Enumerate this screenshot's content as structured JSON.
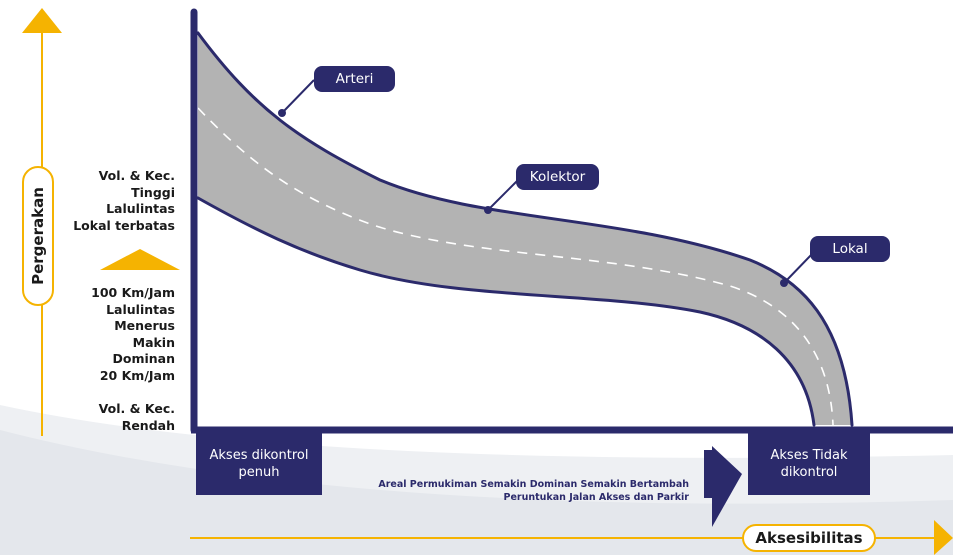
{
  "axes": {
    "vertical_label": "Pergerakan",
    "horizontal_label": "Aksesibilitas"
  },
  "left_labels": {
    "top": [
      "Vol. & Kec.",
      "Tinggi",
      "Lalulintas",
      "Lokal terbatas"
    ],
    "middle": [
      "100 Km/Jam",
      "Lalulintas",
      "Menerus",
      "Makin",
      "Dominan",
      "20 Km/Jam"
    ],
    "bottom": [
      "Vol. & Kec.",
      "Rendah"
    ]
  },
  "road_classes": [
    "Arteri",
    "Kolektor",
    "Lokal"
  ],
  "bottom_boxes": {
    "left": [
      "Akses dikontrol",
      "penuh"
    ],
    "right": [
      "Akses Tidak",
      "dikontrol"
    ]
  },
  "note": [
    "Areal Permukiman Semakin Dominan Semakin Bertambah",
    "Peruntukan Jalan Akses dan Parkir"
  ],
  "colors": {
    "navy": "#2b2a6b",
    "yellow": "#f5b301",
    "road": "#b3b3b3"
  }
}
